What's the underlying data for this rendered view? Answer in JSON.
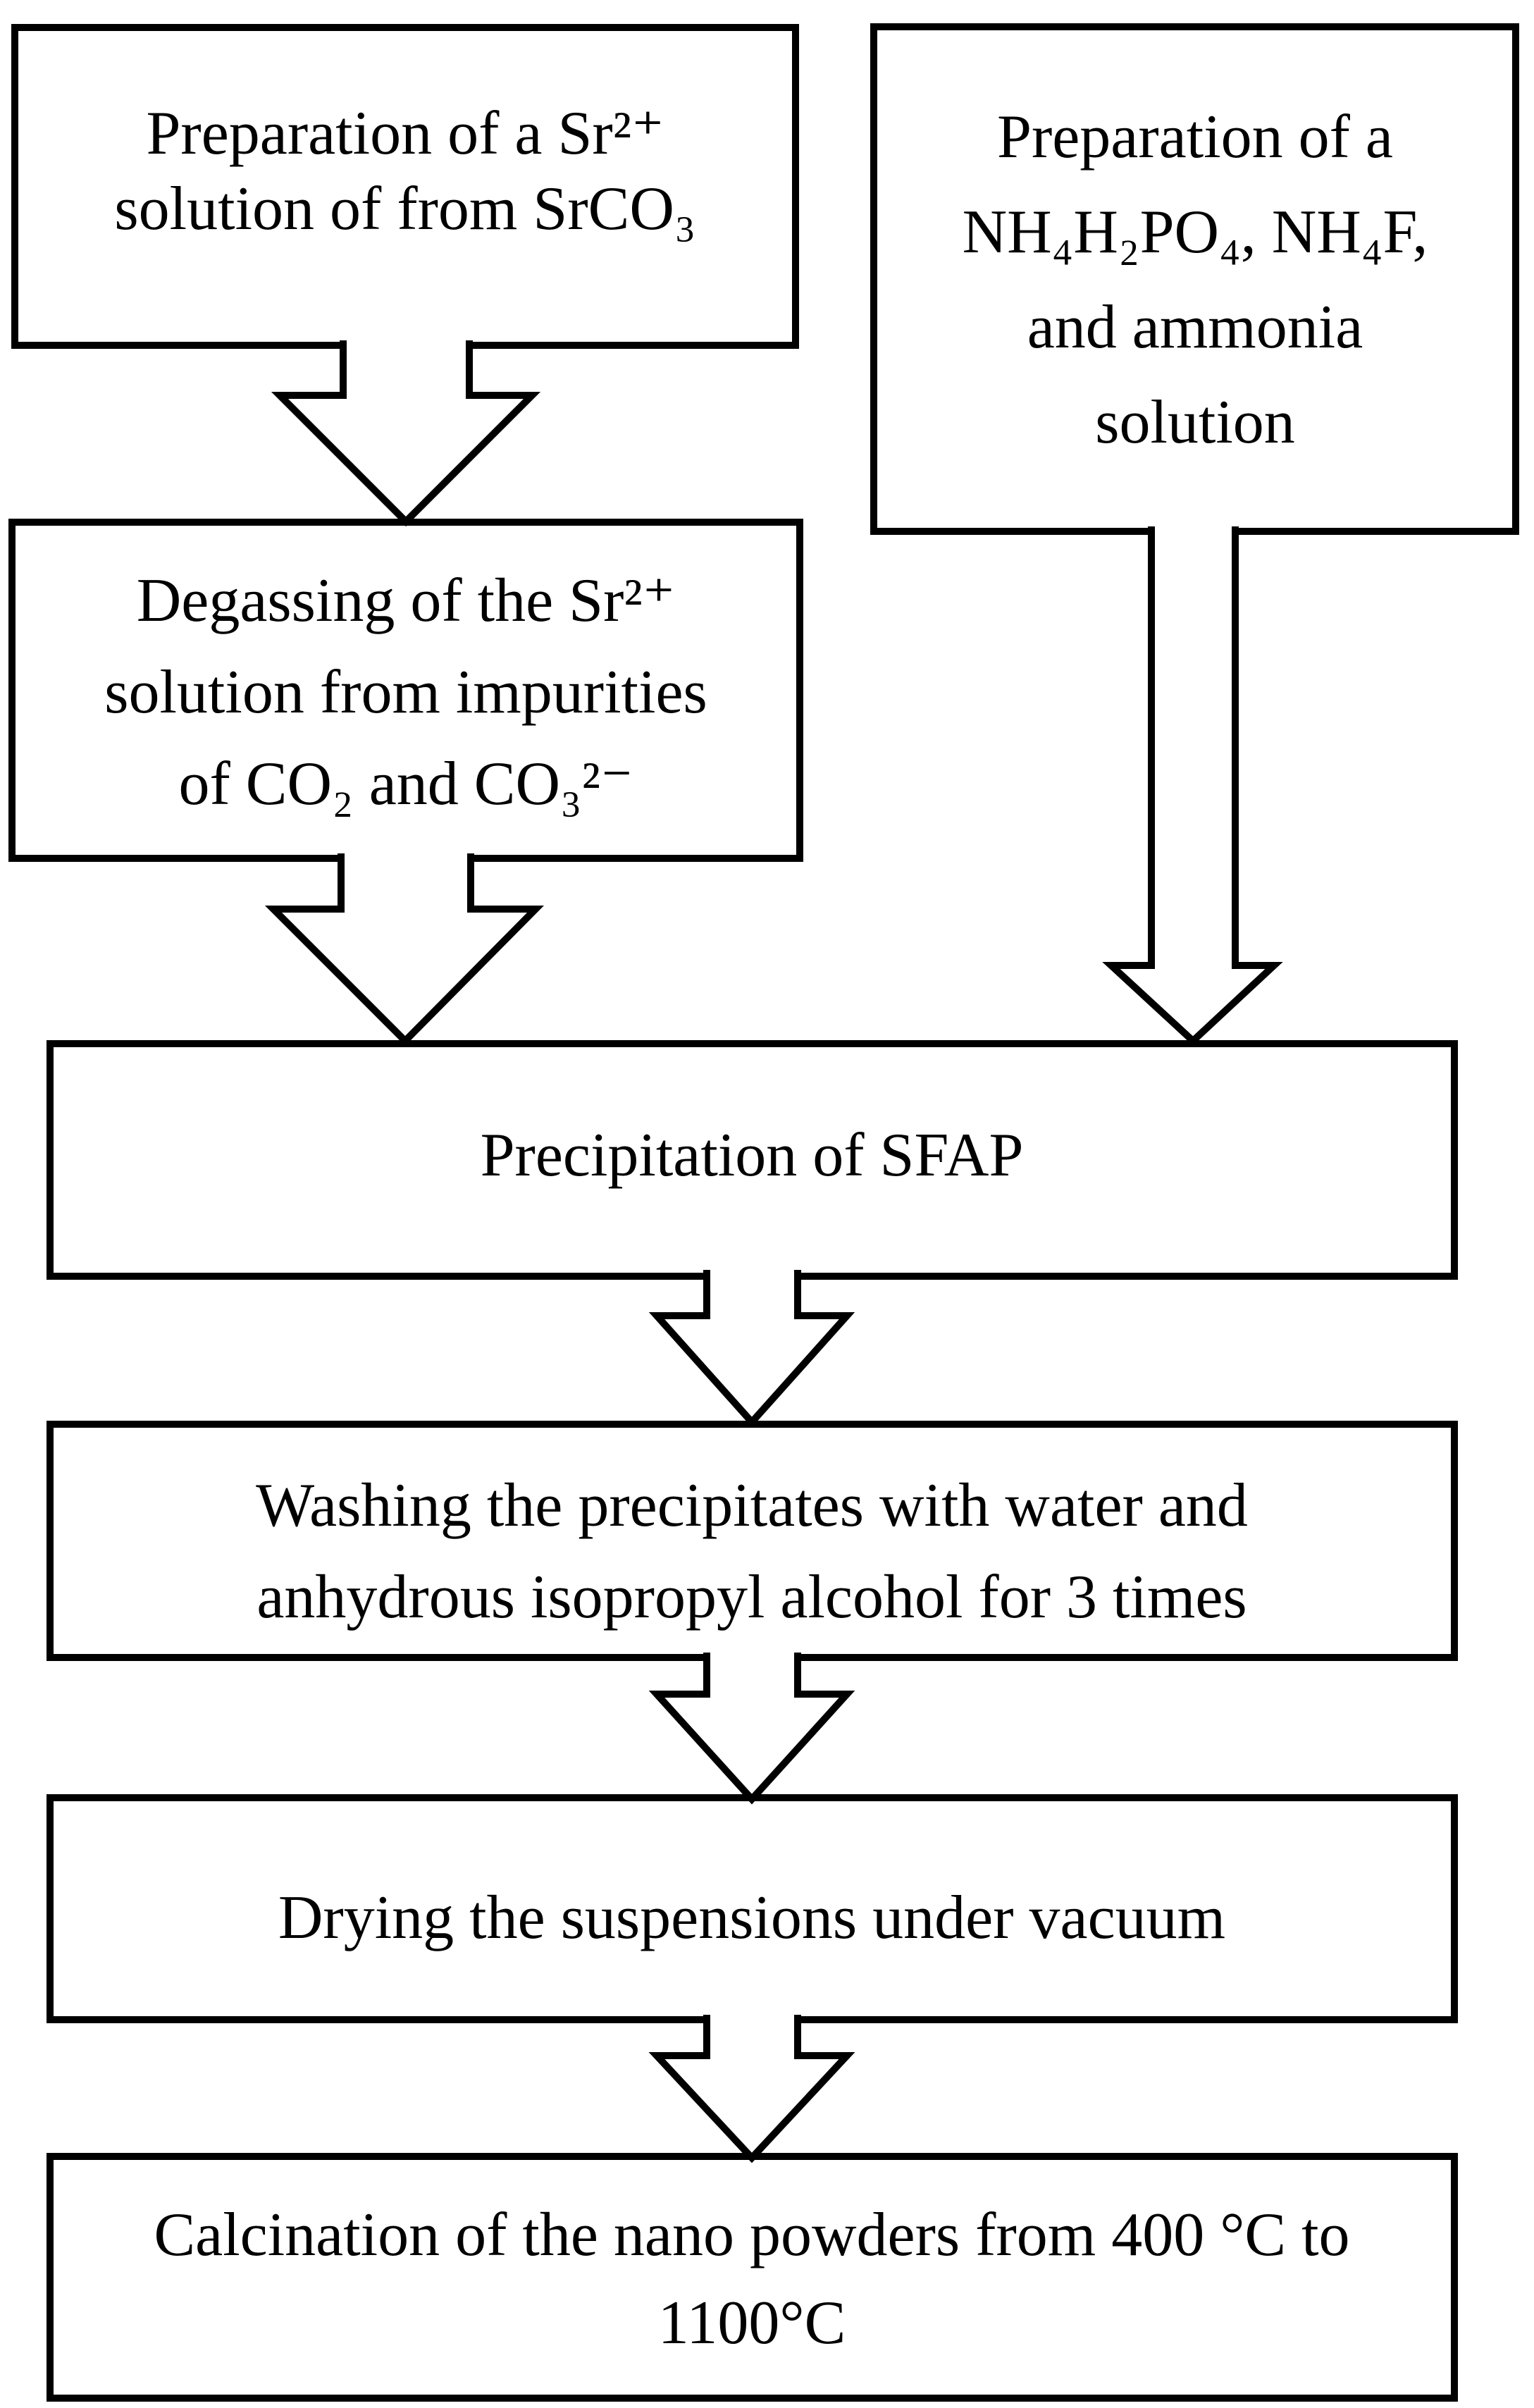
{
  "figure": {
    "type": "flowchart",
    "background_color": "#ffffff",
    "line_color": "#000000",
    "steps_order": [
      "prep_sr",
      "prep_phosphate",
      "degassing",
      "precipitation",
      "washing",
      "drying",
      "calcination"
    ]
  },
  "boxes": {
    "prep_sr": {
      "lines": [
        "Preparation of a Sr²⁺",
        "solution of from SrCO₃"
      ]
    },
    "prep_phosphate": {
      "lines": [
        "Preparation of a",
        "NH₄H₂PO₄, NH₄F,",
        "and ammonia",
        "solution"
      ]
    },
    "degassing": {
      "lines": [
        "Degassing of the Sr²⁺",
        "solution from impurities",
        "of CO₂ and CO₃²⁻"
      ]
    },
    "precipitation": {
      "lines": [
        "Precipitation of SFAP"
      ]
    },
    "washing": {
      "lines": [
        "Washing the precipitates with water and",
        "anhydrous isopropyl alcohol for 3 times"
      ]
    },
    "drying": {
      "lines": [
        "Drying the suspensions under vacuum"
      ]
    },
    "calcination": {
      "lines": [
        "Calcination of the nano powders from 400 °C to",
        "1100°C"
      ]
    }
  },
  "arrows": {
    "prep_sr_to_degassing": "flow",
    "degassing_to_precipitation": "flow",
    "prep_phosphate_to_precipitation": "flow",
    "precipitation_to_washing": "flow",
    "washing_to_drying": "flow",
    "drying_to_calcination": "flow"
  }
}
